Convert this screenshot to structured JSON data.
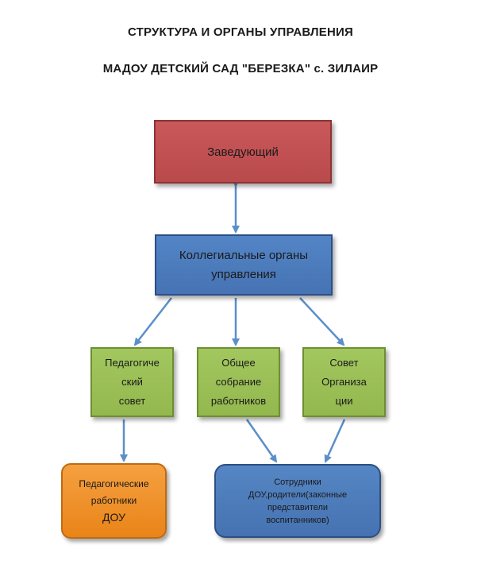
{
  "header": {
    "line1": "СТРУКТУРА  И  ОРГАНЫ  УПРАВЛЕНИЯ",
    "line2": "МАДОУ  ДЕТСКИЙ  САД  \"БЕРЕЗКА\" с. ЗИЛАИР"
  },
  "nodes": {
    "head": "Заведующий",
    "collegial": "Коллегиальные органы управления",
    "pedagogical_council": "Педагогиче\nский\nсовет",
    "general_meeting": "Общее\nсобрание\nработников",
    "council": "Совет\nОрганиза\nции",
    "teachers_line1": "Педагогические",
    "teachers_line2": "работники",
    "teachers_line3": "ДОУ",
    "staff": "Сотрудники\nДОУ,родители(законные\nпредставители\nвоспитанников)"
  },
  "colors": {
    "arrow": "#5b8fc9",
    "head_fill": "#c0504d",
    "collegial_fill": "#4f81bd",
    "green_fill": "#9bbb59",
    "orange_fill": "#f79646"
  }
}
